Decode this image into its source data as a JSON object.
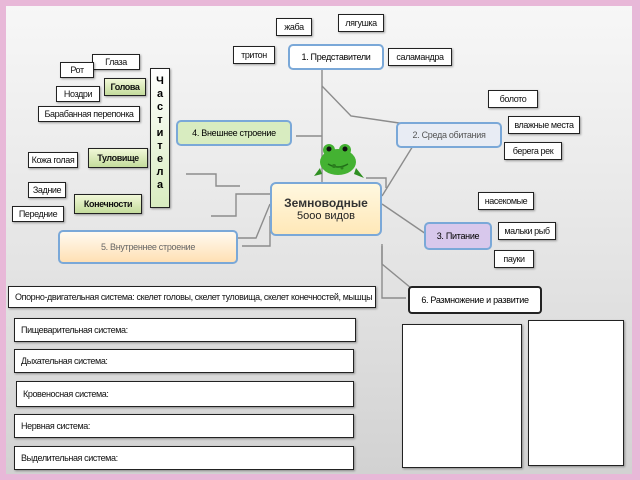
{
  "center": {
    "title": "Земноводные",
    "subtitle": "5ooo видов"
  },
  "nodes": {
    "representatives": "1. Представители",
    "habitat": "2. Среда обитания",
    "nutrition": "3. Питание",
    "external": "4. Внешнее строение",
    "internal": "5. Внутреннее строение",
    "reproduction": "6. Размножение и развитие"
  },
  "representatives": {
    "frog": "лягушка",
    "toad": "жаба",
    "newt": "тритон",
    "salamander": "саламандра"
  },
  "habitat": {
    "swamp": "болото",
    "wet_places": "влажные места",
    "riverbanks": "берега рек"
  },
  "nutrition": {
    "insects": "насекомые",
    "fry": "мальки рыб",
    "spiders": "пауки"
  },
  "body_parts": {
    "vertical_label": "Части тела",
    "head": "Голова",
    "eyes": "Глаза",
    "mouth": "Рот",
    "nostrils": "Ноздри",
    "eardrum": "Барабанная перепонка",
    "torso": "Туловище",
    "naked_skin": "Кожа голая",
    "limbs": "Конечности",
    "hind": "Задние",
    "front": "Передние"
  },
  "musculoskeletal": "Опорно-двигательная система: скелет головы, скелет туловища, скелет конечностей, мышцы",
  "organ_systems": [
    "Пищеварительная система:",
    "Дыхательная система:",
    "Кровеносная система:",
    "Нервная система:",
    "Выделительная система:"
  ],
  "colors": {
    "background_outer": "#e8b8d8",
    "node_blue_border": "#7aa8d8",
    "node_green_fill": "#d8ecc0",
    "node_yellow_fill": "#ffe8b8",
    "node_purple_fill": "#d8c8ec"
  },
  "icons": {
    "frog": "frog-icon"
  }
}
